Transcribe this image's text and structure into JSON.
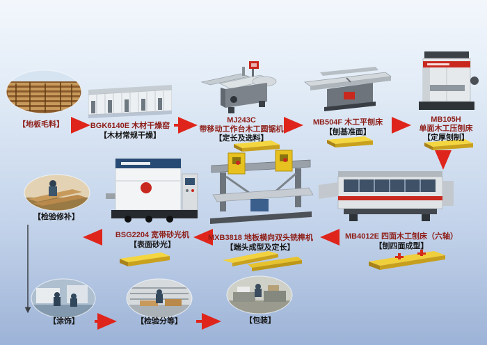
{
  "colors": {
    "arrow_red": "#df251b",
    "model_text": "#8e1e18",
    "process_text": "#161616",
    "bg_top": "#f3f7fc",
    "bg_bottom": "#9db3d7"
  },
  "stages": {
    "raw": {
      "label": "【地板毛料】"
    },
    "kiln": {
      "model": "BGK6140E 木材干燥窑",
      "process": "【木材常规干燥】"
    },
    "saw": {
      "model": "MJ243C",
      "name": "带移动工作台木工圆锯机",
      "process": "【定长及选料】"
    },
    "jointer": {
      "model": "MB504F 木工平刨床",
      "process": "【刨基准面】"
    },
    "thicknesser": {
      "model": "MB105H",
      "name": "单面木工压刨床",
      "process": "【定厚刨制】"
    },
    "moulder": {
      "model": "MB4012E 四面木工刨床（六轴）",
      "process": "【刨四面成型】"
    },
    "tenoner": {
      "model": "MXB3818 地板横向双头铣榫机",
      "process": "【端头成型及定长】"
    },
    "sander": {
      "model": "BSG2204 宽带砂光机",
      "process": "【表面砂光】"
    },
    "inspect_repair": {
      "label": "【检验修补】"
    },
    "coating": {
      "label": "【涂饰】"
    },
    "grading": {
      "label": "【检验分等】"
    },
    "packing": {
      "label": "【包装】"
    }
  }
}
